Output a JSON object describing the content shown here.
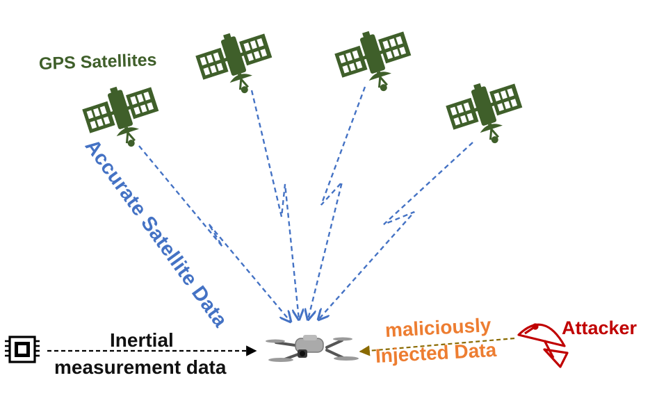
{
  "labels": {
    "gps_satellites": "GPS Satellites",
    "accurate_data": "Accurate Satellite Data",
    "inertial_line1": "Inertial",
    "inertial_line2": "measurement data",
    "malicious_line1": "maliciously",
    "malicious_line2": "Injected Data",
    "attacker": "Attacker"
  },
  "icons": {
    "satellite": "satellite-icon",
    "drone": "drone-icon",
    "chip": "chip-icon",
    "dish": "satellite-dish-icon"
  },
  "colors": {
    "satellite": "#3f5f2a",
    "signal": "#4472c4",
    "imu_arrow": "#000000",
    "spoof_arrow": "#8a6a00",
    "malicious_text": "#ed7d31",
    "attacker": "#c00000"
  }
}
